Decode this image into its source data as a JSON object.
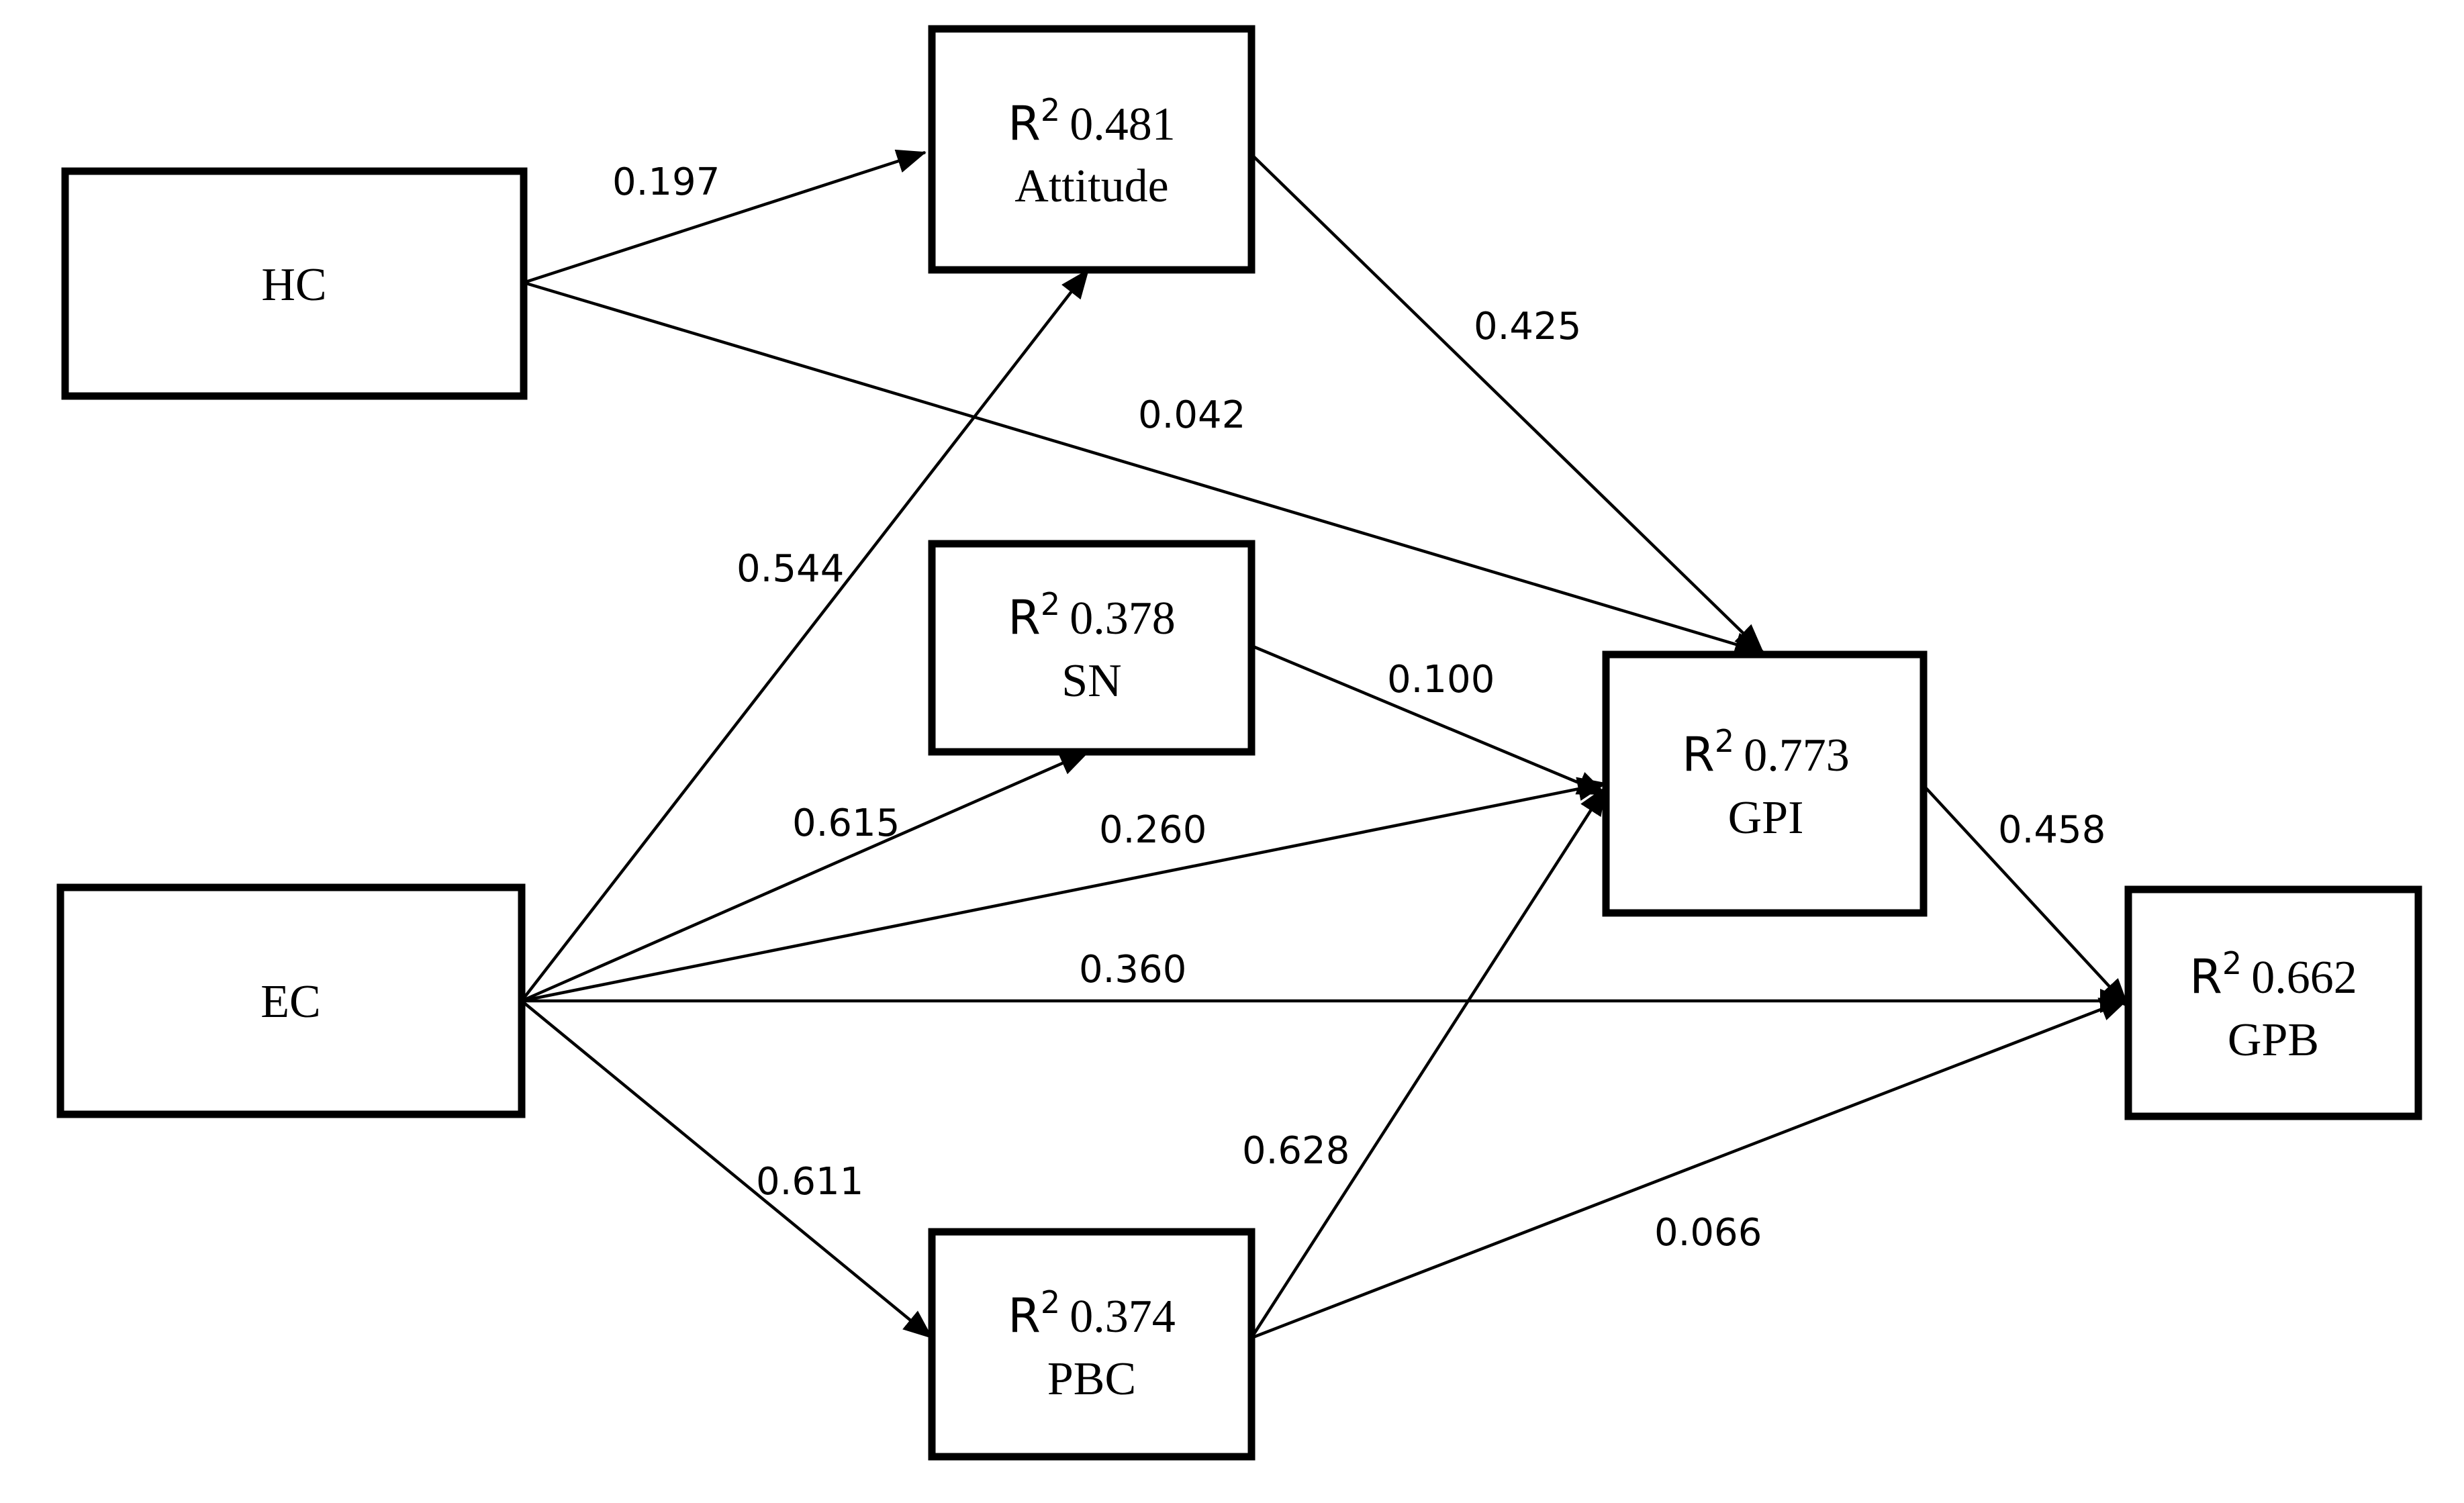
{
  "colors": {
    "stroke": "#000000",
    "background": "#ffffff"
  },
  "r2_symbol": "R",
  "r2_superscript": "2",
  "nodes": {
    "hc": {
      "name": "HC"
    },
    "ec": {
      "name": "EC"
    },
    "attitude": {
      "name": "Attitude",
      "r2": "0.481"
    },
    "sn": {
      "name": "SN",
      "r2": "0.378"
    },
    "pbc": {
      "name": "PBC",
      "r2": "0.374"
    },
    "gpi": {
      "name": "GPI",
      "r2": "0.773"
    },
    "gpb": {
      "name": "GPB",
      "r2": "0.662"
    }
  },
  "edges": [
    {
      "from": "HC",
      "to": "Attitude",
      "label": "0.197"
    },
    {
      "from": "HC",
      "to": "GPI",
      "label": "0.042"
    },
    {
      "from": "Attitude",
      "to": "GPI",
      "label": "0.425"
    },
    {
      "from": "EC",
      "to": "Attitude",
      "label": "0.544"
    },
    {
      "from": "EC",
      "to": "SN",
      "label": "0.615"
    },
    {
      "from": "EC",
      "to": "GPI",
      "label": "0.260"
    },
    {
      "from": "EC",
      "to": "GPB",
      "label": "0.360"
    },
    {
      "from": "EC",
      "to": "PBC",
      "label": "0.611"
    },
    {
      "from": "SN",
      "to": "GPI",
      "label": "0.100"
    },
    {
      "from": "PBC",
      "to": "GPI",
      "label": "0.628"
    },
    {
      "from": "GPI",
      "to": "GPB",
      "label": "0.458"
    },
    {
      "from": "PBC",
      "to": "GPB",
      "label": "0.066"
    }
  ]
}
